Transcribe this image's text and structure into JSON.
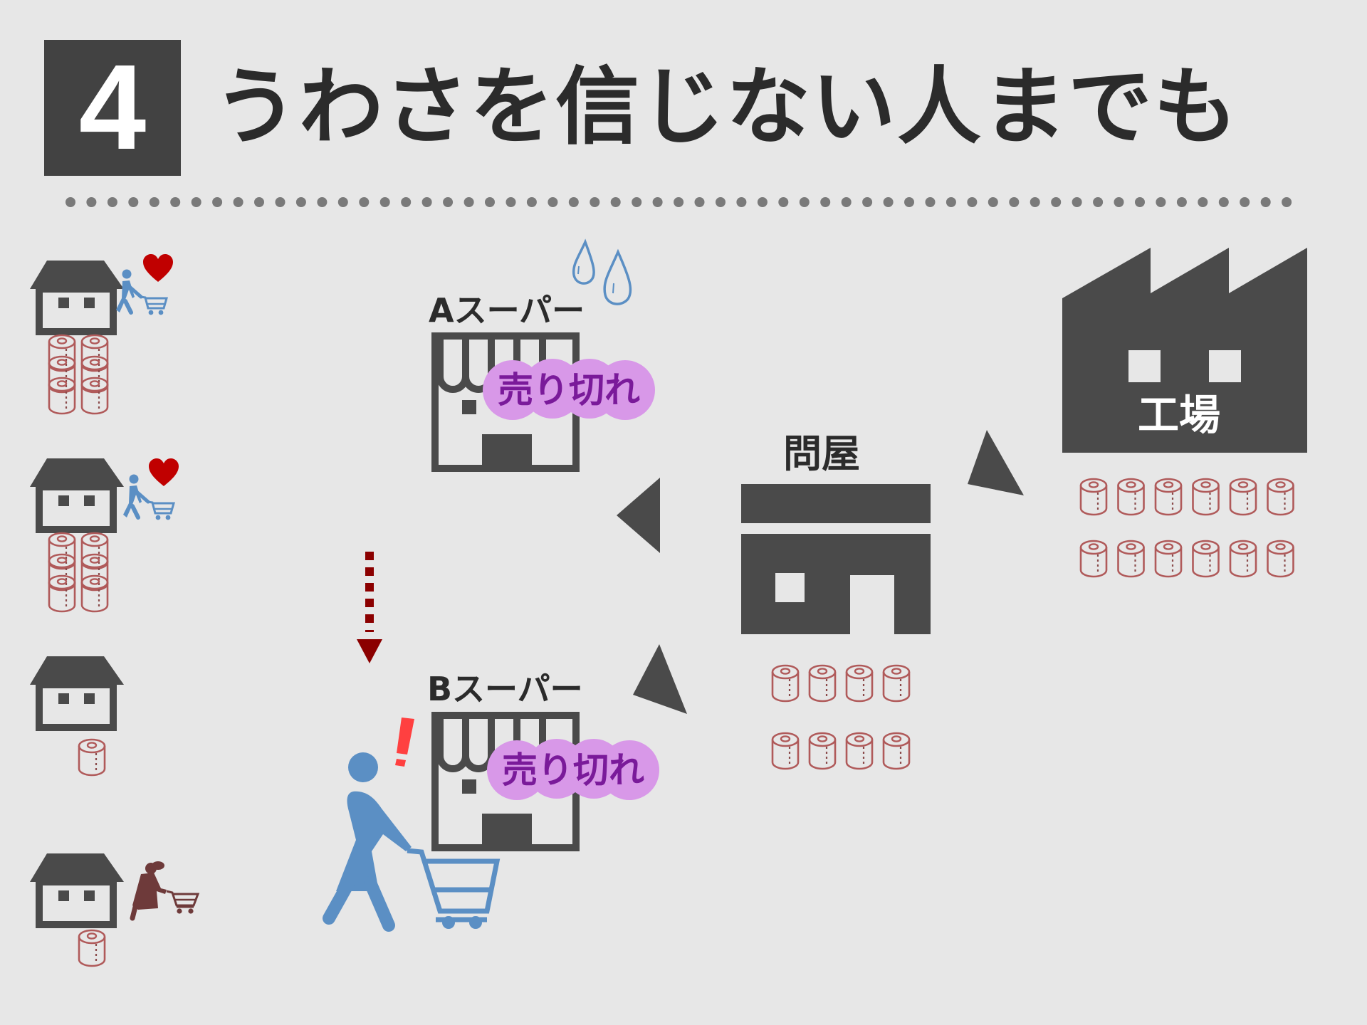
{
  "slide": {
    "number": "4",
    "title": "うわさを信じない人までも",
    "background_color": "#e7e7e7"
  },
  "households": [
    {
      "shopper": "blue-shopper",
      "emotion": "heart-icon",
      "paper_rolls": 6
    },
    {
      "shopper": "blue-shopper",
      "emotion": "heart-icon",
      "paper_rolls": 6
    },
    {
      "shopper": null,
      "emotion": null,
      "paper_rolls": 1
    },
    {
      "shopper": "brown-shopper-woman",
      "emotion": null,
      "paper_rolls": 1
    }
  ],
  "stores": {
    "a": {
      "label": "Aスーパー",
      "status": "売り切れ",
      "indicator": "sweat-drops-icon"
    },
    "b": {
      "label": "Bスーパー",
      "status": "売り切れ",
      "indicator": "exclamation-icon"
    }
  },
  "wholesaler": {
    "label": "問屋",
    "paper_rolls": 8
  },
  "factory": {
    "label": "工場",
    "paper_rolls": 12
  },
  "colors": {
    "dark": "#4a4a4a",
    "title_box": "#424242",
    "roll": "#b05a5a",
    "shopper_blue": "#5b8fc4",
    "shopper_brown": "#6e3a3a",
    "heart": "#c00000",
    "badge_bg": "#d898e8",
    "badge_text": "#7a1a9a",
    "arrow_red": "#8b0000",
    "exclamation": "#ff4040",
    "dots": "#7a7a7a"
  }
}
